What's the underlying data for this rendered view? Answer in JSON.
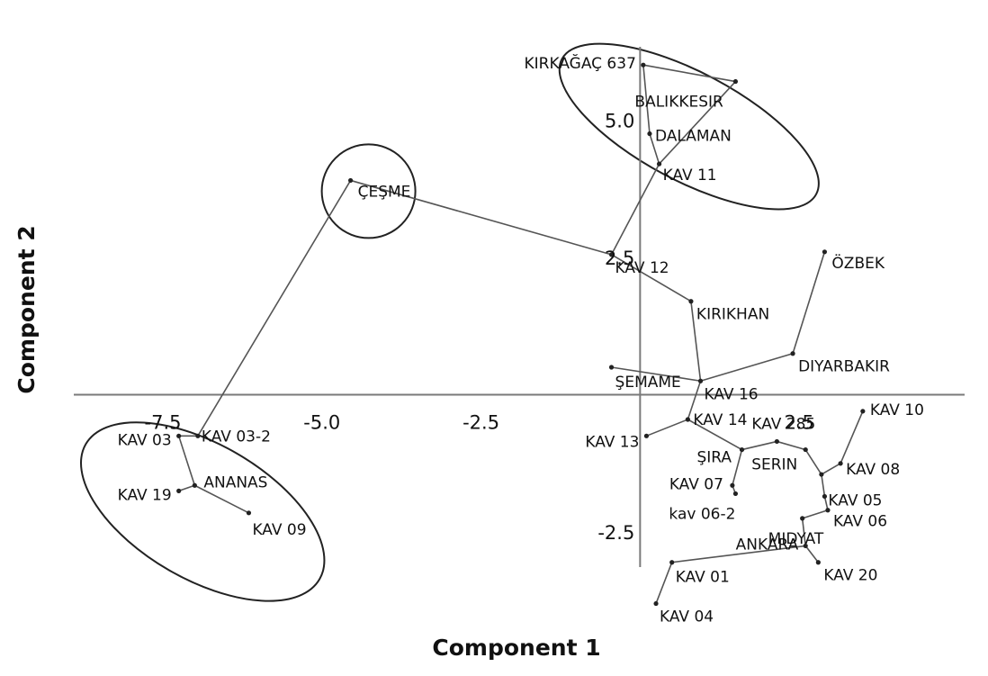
{
  "chart_data": {
    "type": "scatter",
    "title": "",
    "xlabel": "Component 1",
    "ylabel": "Component 2",
    "xlim": [
      -8.9,
      5.1
    ],
    "ylim": [
      -3.3,
      6.2
    ],
    "xticks": [
      {
        "v": -7.5,
        "label": "-7.5"
      },
      {
        "v": -5.0,
        "label": "-5.0"
      },
      {
        "v": -2.5,
        "label": "-2.5"
      },
      {
        "v": 2.5,
        "label": "2.5"
      }
    ],
    "yticks": [
      {
        "v": 5.0,
        "label": "5.0"
      },
      {
        "v": 2.5,
        "label": "2.5"
      },
      {
        "v": -2.5,
        "label": "-2.5"
      }
    ],
    "points": [
      {
        "id": "KIRKAGAC",
        "label": "KIRKAĞAÇ 637",
        "x": 0.05,
        "y": 6.0
      },
      {
        "id": "BALIKKESIR",
        "label": "BALIKKESIR",
        "x": 1.5,
        "y": 5.7
      },
      {
        "id": "DALAMAN",
        "label": "DALAMAN",
        "x": 0.15,
        "y": 4.75
      },
      {
        "id": "KAV11",
        "label": "KAV 11",
        "x": 0.3,
        "y": 4.2
      },
      {
        "id": "CESME",
        "label": "ÇEŞME",
        "x": -4.55,
        "y": 3.9
      },
      {
        "id": "KAV12",
        "label": "KAV 12",
        "x": -0.45,
        "y": 2.55
      },
      {
        "id": "KIRIKHAN",
        "label": "KIRIKHAN",
        "x": 0.8,
        "y": 1.7
      },
      {
        "id": "OZBEK",
        "label": "ÖZBEK",
        "x": 2.9,
        "y": 2.6
      },
      {
        "id": "DIYARBAKIR",
        "label": "DIYARBAKIR",
        "x": 2.4,
        "y": 0.75
      },
      {
        "id": "SEMAME",
        "label": "ŞEMAME",
        "x": -0.45,
        "y": 0.5
      },
      {
        "id": "KAV16",
        "label": "KAV 16",
        "x": 0.95,
        "y": 0.25
      },
      {
        "id": "KAV14",
        "label": "KAV 14",
        "x": 0.75,
        "y": -0.45
      },
      {
        "id": "KAV13",
        "label": "KAV 13",
        "x": 0.1,
        "y": -0.75
      },
      {
        "id": "KAV285",
        "label": "KAV 285",
        "x": 2.15,
        "y": -0.85
      },
      {
        "id": "SIRA",
        "label": "ŞIRA",
        "x": 1.6,
        "y": -1.0
      },
      {
        "id": "KAV10",
        "label": "KAV 10",
        "x": 3.5,
        "y": -0.3
      },
      {
        "id": "KAV08",
        "label": "KAV 08",
        "x": 3.15,
        "y": -1.25
      },
      {
        "id": "SERIN",
        "label": "SERIN",
        "x": 2.6,
        "y": -1.0
      },
      {
        "id": "KAV07",
        "label": "KAV 07",
        "x": 1.45,
        "y": -1.65
      },
      {
        "id": "KAV062",
        "label": "kav 06-2",
        "x": 1.5,
        "y": -1.8
      },
      {
        "id": "N1",
        "label": "",
        "x": 2.85,
        "y": -1.45
      },
      {
        "id": "KAV05",
        "label": "KAV 05",
        "x": 2.9,
        "y": -1.85
      },
      {
        "id": "KAV06",
        "label": "KAV 06",
        "x": 2.95,
        "y": -2.1
      },
      {
        "id": "MIDYAT",
        "label": "MIDYAT",
        "x": 2.55,
        "y": -2.25
      },
      {
        "id": "ANKARA",
        "label": "ANKARA",
        "x": 2.6,
        "y": -2.75
      },
      {
        "id": "KAV20",
        "label": "KAV 20",
        "x": 2.8,
        "y": -3.05
      },
      {
        "id": "KAV01",
        "label": "KAV 01",
        "x": 0.5,
        "y": -3.05
      },
      {
        "id": "KAV04",
        "label": "KAV 04",
        "x": 0.25,
        "y": -3.8
      },
      {
        "id": "KAV032",
        "label": "KAV 03-2",
        "x": -6.95,
        "y": -0.75
      },
      {
        "id": "KAV03",
        "label": "KAV 03",
        "x": -7.25,
        "y": -0.75
      },
      {
        "id": "ANANAS",
        "label": "ANANAS",
        "x": -7.0,
        "y": -1.65
      },
      {
        "id": "KAV19",
        "label": "KAV 19",
        "x": -7.25,
        "y": -1.75
      },
      {
        "id": "KAV09",
        "label": "KAV 09",
        "x": -6.15,
        "y": -2.15
      }
    ],
    "edges": [
      [
        "KIRKAGAC",
        "BALIKKESIR"
      ],
      [
        "BALIKKESIR",
        "KAV11"
      ],
      [
        "KIRKAGAC",
        "DALAMAN"
      ],
      [
        "DALAMAN",
        "KAV11"
      ],
      [
        "KAV11",
        "KAV12"
      ],
      [
        "CESME",
        "KAV12"
      ],
      [
        "CESME",
        "KAV032"
      ],
      [
        "KAV12",
        "KIRIKHAN"
      ],
      [
        "KIRIKHAN",
        "KAV16"
      ],
      [
        "SEMAME",
        "KAV16"
      ],
      [
        "KAV16",
        "DIYARBAKIR"
      ],
      [
        "DIYARBAKIR",
        "OZBEK"
      ],
      [
        "KAV16",
        "KAV14"
      ],
      [
        "KAV14",
        "KAV13"
      ],
      [
        "KAV14",
        "SIRA"
      ],
      [
        "SIRA",
        "KAV285"
      ],
      [
        "KAV285",
        "SERIN"
      ],
      [
        "SIRA",
        "KAV07"
      ],
      [
        "KAV07",
        "KAV062"
      ],
      [
        "SERIN",
        "N1"
      ],
      [
        "N1",
        "KAV08"
      ],
      [
        "KAV08",
        "KAV10"
      ],
      [
        "N1",
        "KAV05"
      ],
      [
        "KAV05",
        "KAV06"
      ],
      [
        "KAV06",
        "MIDYAT"
      ],
      [
        "MIDYAT",
        "ANKARA"
      ],
      [
        "ANKARA",
        "KAV20"
      ],
      [
        "ANKARA",
        "KAV01"
      ],
      [
        "KAV01",
        "KAV04"
      ],
      [
        "KAV032",
        "KAV03"
      ],
      [
        "KAV03",
        "ANANAS"
      ],
      [
        "ANANAS",
        "KAV19"
      ],
      [
        "ANANAS",
        "KAV09"
      ]
    ],
    "clusters": [
      {
        "id": "cluster-top",
        "members": [
          "KIRKAGAC",
          "BALIKKESIR",
          "DALAMAN",
          "KAV11"
        ]
      },
      {
        "id": "cluster-cesme",
        "members": [
          "CESME"
        ]
      },
      {
        "id": "cluster-left",
        "members": [
          "KAV03",
          "KAV032",
          "ANANAS",
          "KAV19",
          "KAV09"
        ]
      }
    ],
    "grid": false,
    "legend": "none"
  }
}
